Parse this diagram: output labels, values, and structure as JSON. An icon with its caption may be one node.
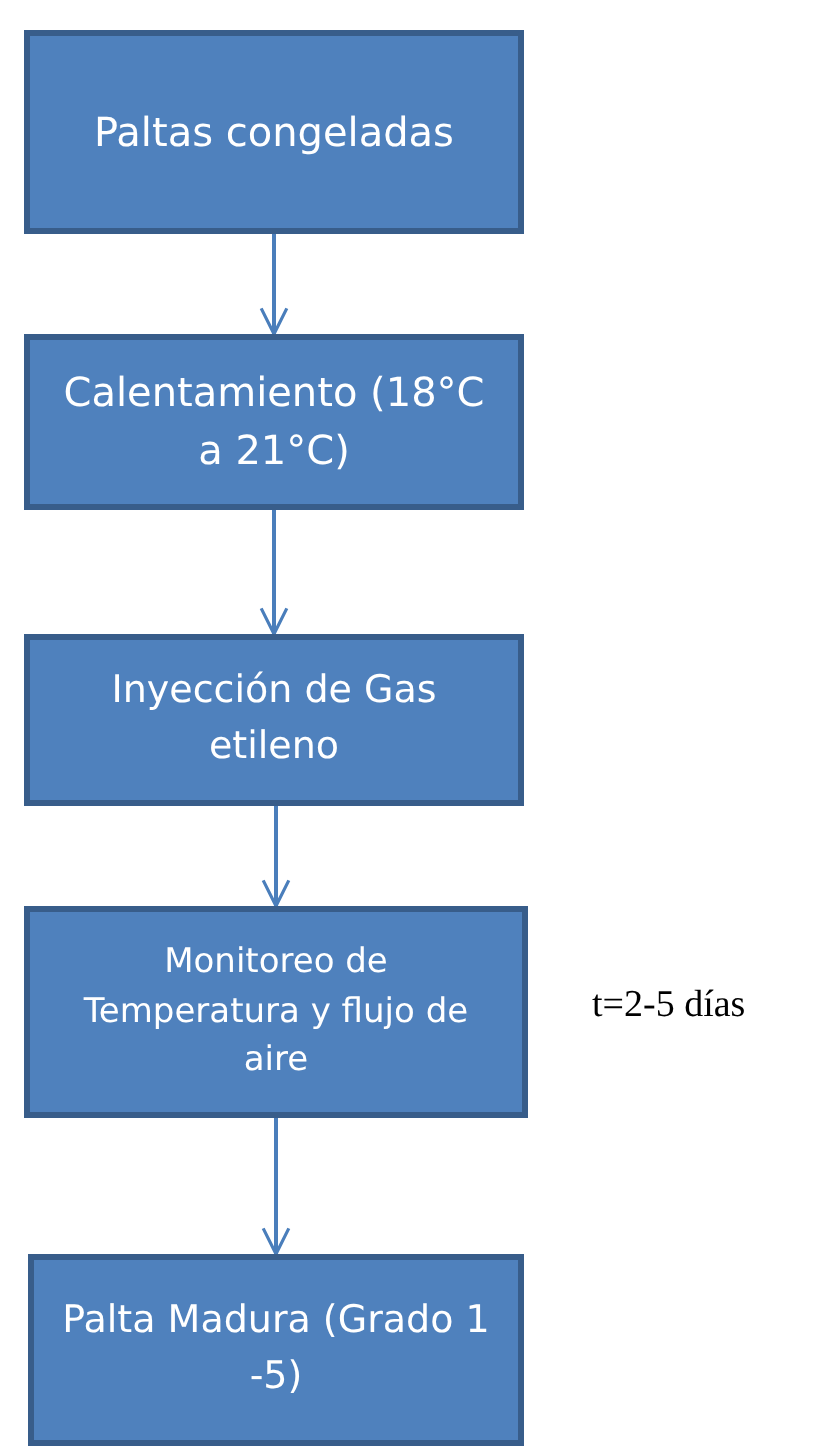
{
  "diagram": {
    "nodes": [
      {
        "text": [
          "Paltas congeladas"
        ]
      },
      {
        "text": [
          "Calentamiento (18°C a 21°C)"
        ]
      },
      {
        "text": [
          "Inyección de Gas etileno"
        ]
      },
      {
        "text": [
          "Monitoreo de Temperatura y flujo de aire"
        ],
        "beside": [
          "t=2-5 días"
        ]
      },
      {
        "text": [
          "Palta Madura (Grado 1 -5)"
        ]
      }
    ],
    "edges": [
      {
        "from": 0,
        "to": 1,
        "arrow": "to"
      },
      {
        "from": 1,
        "to": 2,
        "arrow": "to"
      },
      {
        "from": 2,
        "to": 3,
        "arrow": "to"
      },
      {
        "from": 3,
        "to": 4,
        "arrow": "to"
      }
    ]
  }
}
